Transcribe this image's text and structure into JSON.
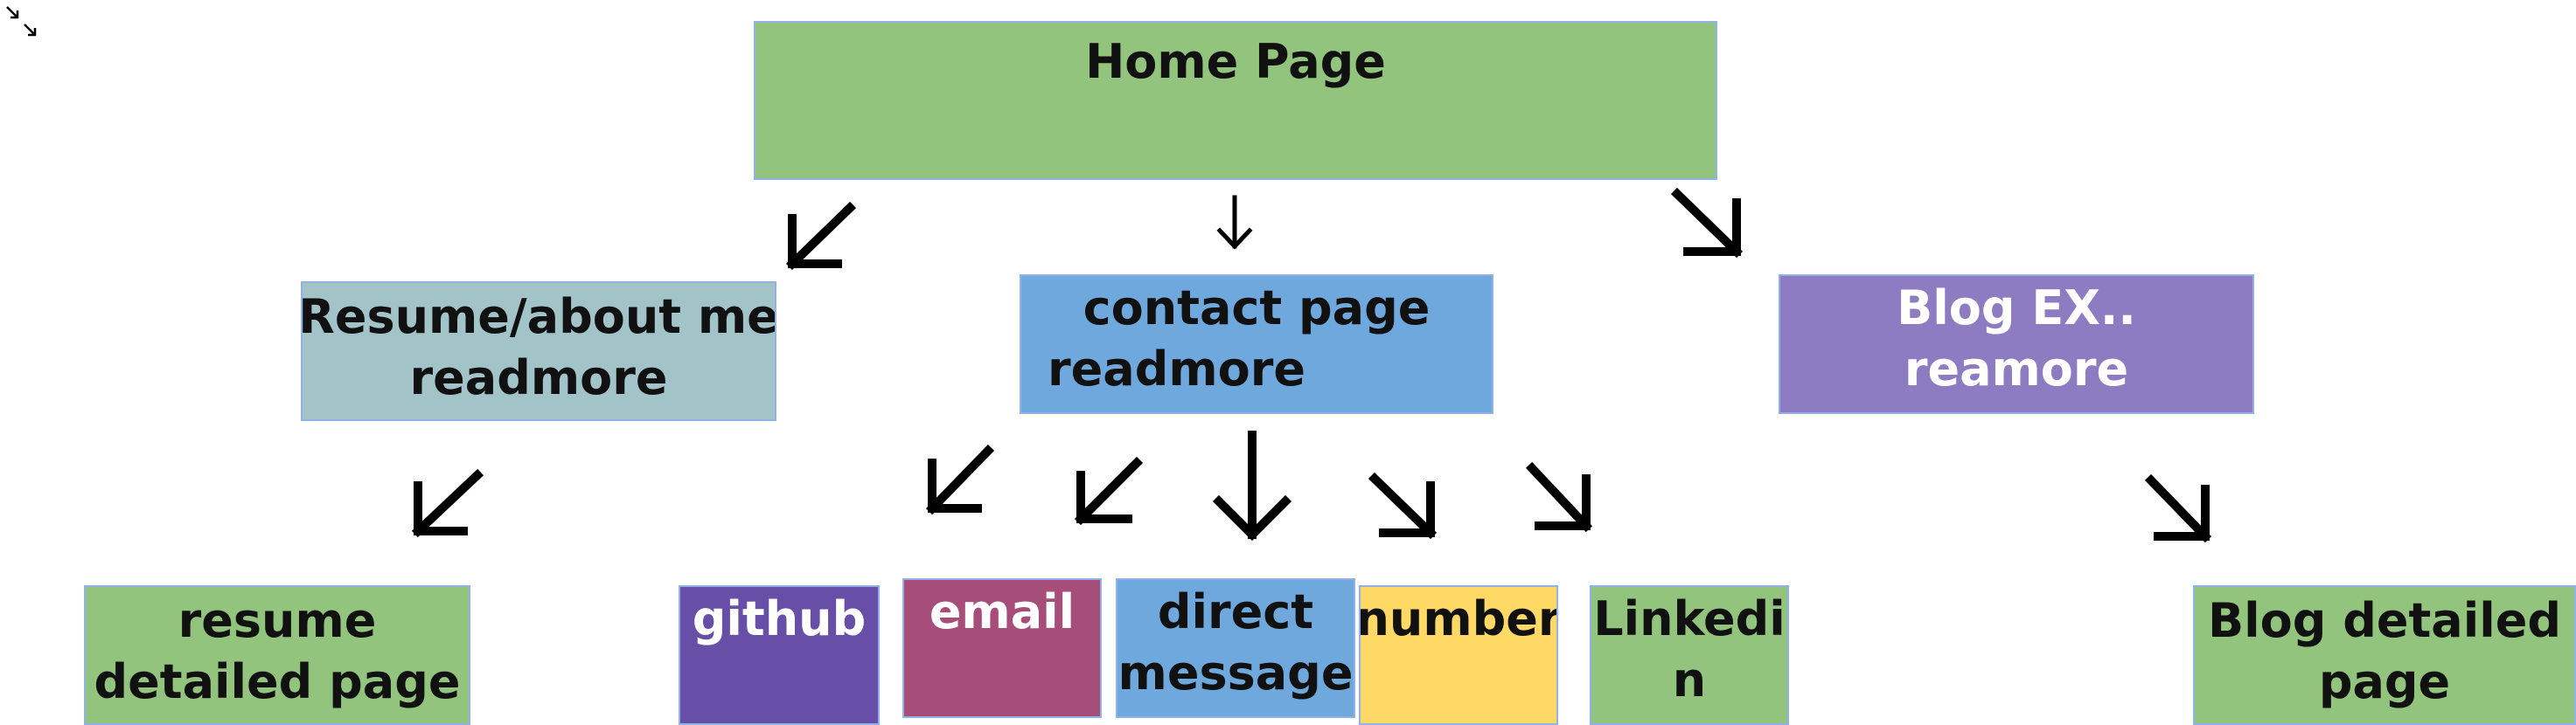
{
  "diagram": {
    "home": "Home Page",
    "resume": [
      "Resume/about me",
      "readmore"
    ],
    "contact": [
      "contact page",
      "readmore"
    ],
    "blog": [
      "Blog EX..",
      "reamore"
    ],
    "resume_detail": [
      "resume",
      "detailed page"
    ],
    "github": "github",
    "email": "email",
    "direct_message": [
      "direct",
      "message"
    ],
    "number": "number",
    "linkedin": [
      "Linkedi",
      "n"
    ],
    "blog_detail": [
      "Blog detailed",
      "page"
    ]
  },
  "colors": {
    "green": "#93c47d",
    "teal": "#a2c4c9",
    "blue": "#6fa8dc",
    "purple": "#8e7cc3",
    "deep_purple": "#674ea7",
    "magenta": "#a64d79",
    "yellow": "#ffd966",
    "border": "#8fb3e6"
  },
  "icons": {
    "corner": "collapse-arrows-icon"
  }
}
